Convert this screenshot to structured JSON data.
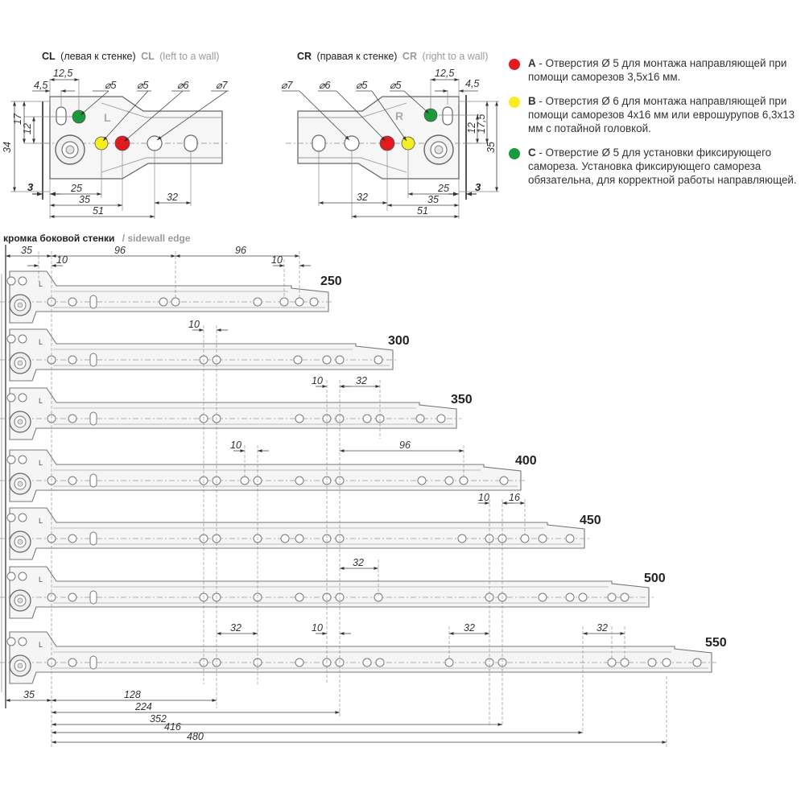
{
  "colors": {
    "a": "#e21b23",
    "b": "#f6ee22",
    "c": "#1a9a3c",
    "line": "#555555",
    "rail": "#f5f5f5"
  },
  "cl": {
    "code": "CL",
    "ru": "(левая к стенке)",
    "en": "(left to a wall)",
    "mark": "L"
  },
  "cr": {
    "code": "CR",
    "ru": "(правая к стенке)",
    "en": "(right to a wall)",
    "mark": "R"
  },
  "detail_dims": {
    "d12_5": "12,5",
    "d4_5": "4,5",
    "d5": "⌀5",
    "d6": "⌀6",
    "d7": "⌀7",
    "d17": "17",
    "d17_5": "17,5",
    "d12": "12",
    "d34": "34",
    "d35": "35",
    "d3": "3",
    "d25": "25",
    "d32": "32",
    "d51": "51"
  },
  "legend": [
    {
      "letter": "A",
      "text": " - Отверстия Ø 5 для монтажа направляющей при помощи саморезов 3,5х16 мм.",
      "color": "#e21b23"
    },
    {
      "letter": "B",
      "text": " - Отверстия Ø 6 для монтажа направляющей при помощи саморезов 4х16 мм или еврошурупов 6,3х13 мм с потайной головкой.",
      "color": "#f6ee22"
    },
    {
      "letter": "C",
      "text": " - Отверстие Ø 5 для установки фиксирующего самореза. Установка фиксирующего самореза обязательна, для корректной работы направляющей.",
      "color": "#1a9a3c"
    }
  ],
  "sidewall": {
    "ru": "кромка боковой стенки",
    "en": "/ sidewall edge"
  },
  "rail_mark": "L",
  "rails": [
    {
      "length": "250"
    },
    {
      "length": "300"
    },
    {
      "length": "350"
    },
    {
      "length": "400"
    },
    {
      "length": "450"
    },
    {
      "length": "500"
    },
    {
      "length": "550"
    }
  ],
  "rail_dims": {
    "d35": "35",
    "d10": "10",
    "d96": "96",
    "d16": "16",
    "d32": "32",
    "d128": "128",
    "d224": "224",
    "d352": "352",
    "d416": "416",
    "d480": "480"
  }
}
